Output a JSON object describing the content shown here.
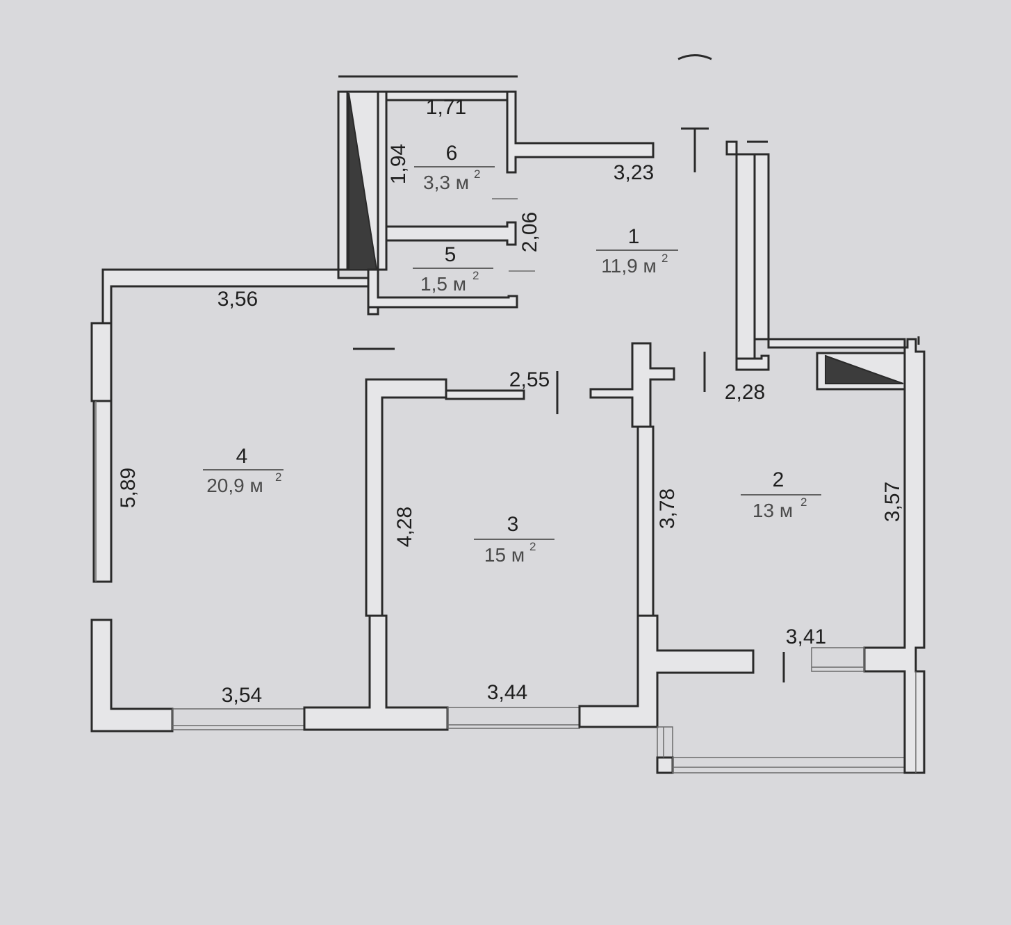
{
  "watermark": "",
  "rooms": [
    {
      "id": "1",
      "area": "11,9 м",
      "unit_sup": "2"
    },
    {
      "id": "2",
      "area": "13 м",
      "unit_sup": "2"
    },
    {
      "id": "3",
      "area": "15 м",
      "unit_sup": "2"
    },
    {
      "id": "4",
      "area": "20,9 м",
      "unit_sup": "2"
    },
    {
      "id": "5",
      "area": "1,5 м",
      "unit_sup": "2"
    },
    {
      "id": "6",
      "area": "3,3 м",
      "unit_sup": "2"
    }
  ],
  "dimensions": {
    "d171": "1,71",
    "d194": "1,94",
    "d323": "3,23",
    "d206": "2,06",
    "d356": "3,56",
    "d255": "2,55",
    "d228": "2,28",
    "d589": "5,89",
    "d428": "4,28",
    "d378": "3,78",
    "d357": "3,57",
    "d341": "3,41",
    "d354": "3,54",
    "d344": "3,44"
  },
  "colors": {
    "wall_fill": "#e6e6e8",
    "wall_line": "#2a2a2a",
    "shaft_fill": "#3c3c3c",
    "paper": "#d9d9dc"
  }
}
